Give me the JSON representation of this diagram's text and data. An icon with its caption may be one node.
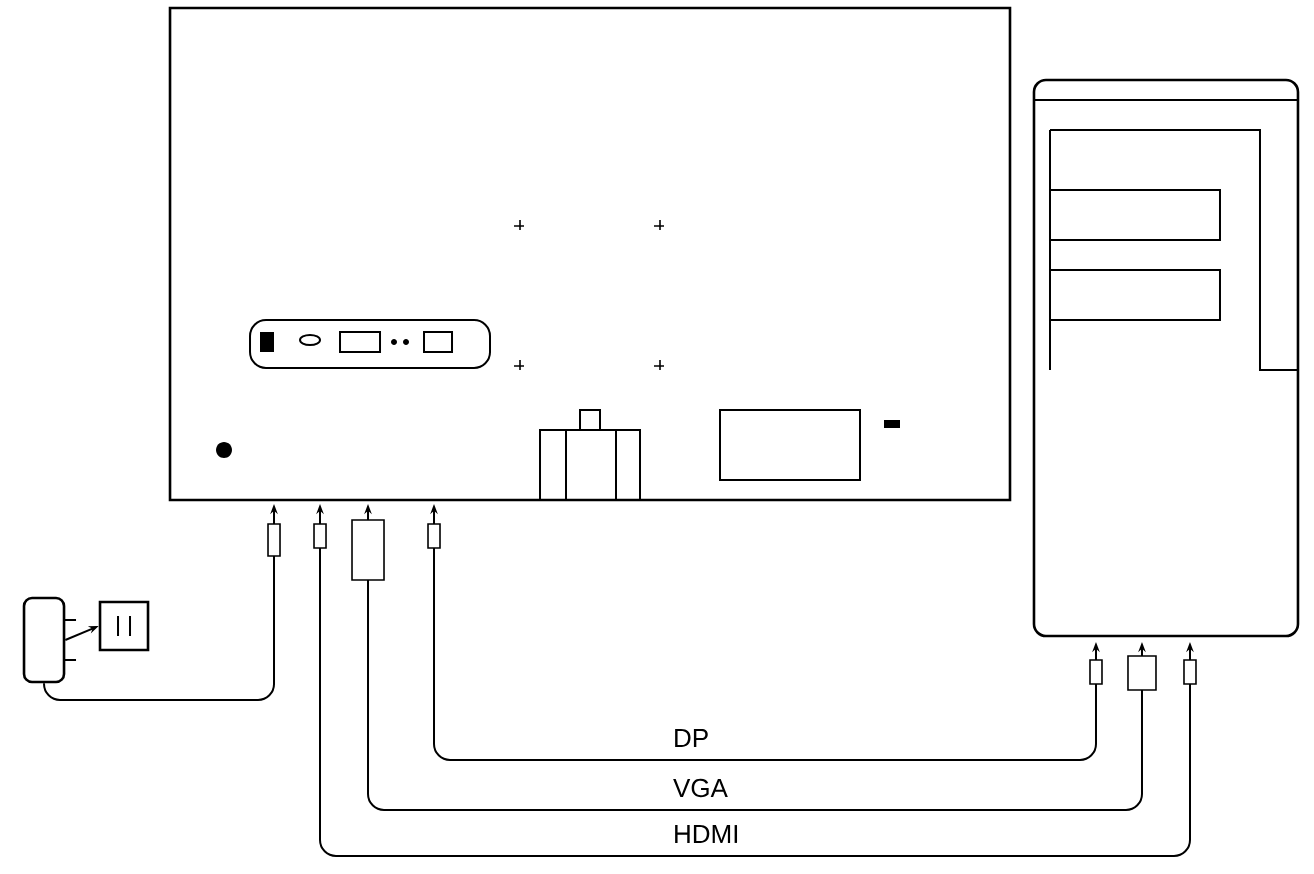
{
  "diagram": {
    "nodes": [
      {
        "text": [],
        "shape": "box"
      },
      {
        "text": [],
        "shape": "box"
      },
      {
        "text": [],
        "shape": "box"
      },
      {
        "text": [],
        "shape": "box"
      }
    ],
    "edges": [
      {
        "from": 1,
        "to": 0,
        "arrow": "both",
        "label": "DP"
      },
      {
        "from": 1,
        "to": 0,
        "arrow": "both",
        "label": "VGA"
      },
      {
        "from": 1,
        "to": 0,
        "arrow": "both",
        "label": "HDMI"
      },
      {
        "from": 2,
        "to": 0,
        "arrow": "to"
      },
      {
        "from": 2,
        "to": 3,
        "arrow": "to"
      }
    ]
  }
}
